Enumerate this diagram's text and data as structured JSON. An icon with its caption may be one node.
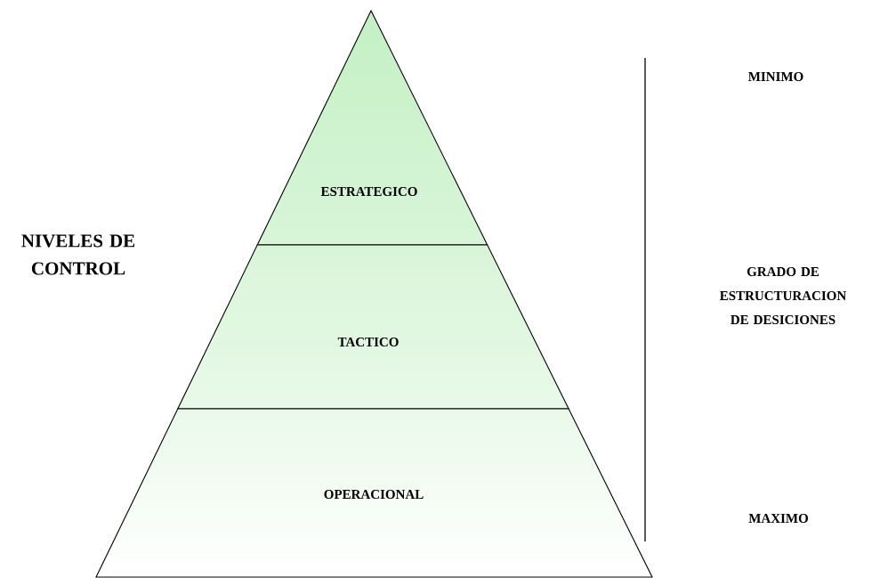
{
  "diagram": {
    "nodes": [
      {
        "text": [
          "ESTRATEGICO"
        ]
      },
      {
        "text": [
          "TACTICO"
        ]
      },
      {
        "text": [
          "OPERACIONAL"
        ]
      }
    ],
    "labels": [
      "NIVELES DE CONTROL",
      "MINIMO",
      "GRADO DE ESTRUCTURACION DE DESICIONES",
      "MAXIMO"
    ]
  }
}
